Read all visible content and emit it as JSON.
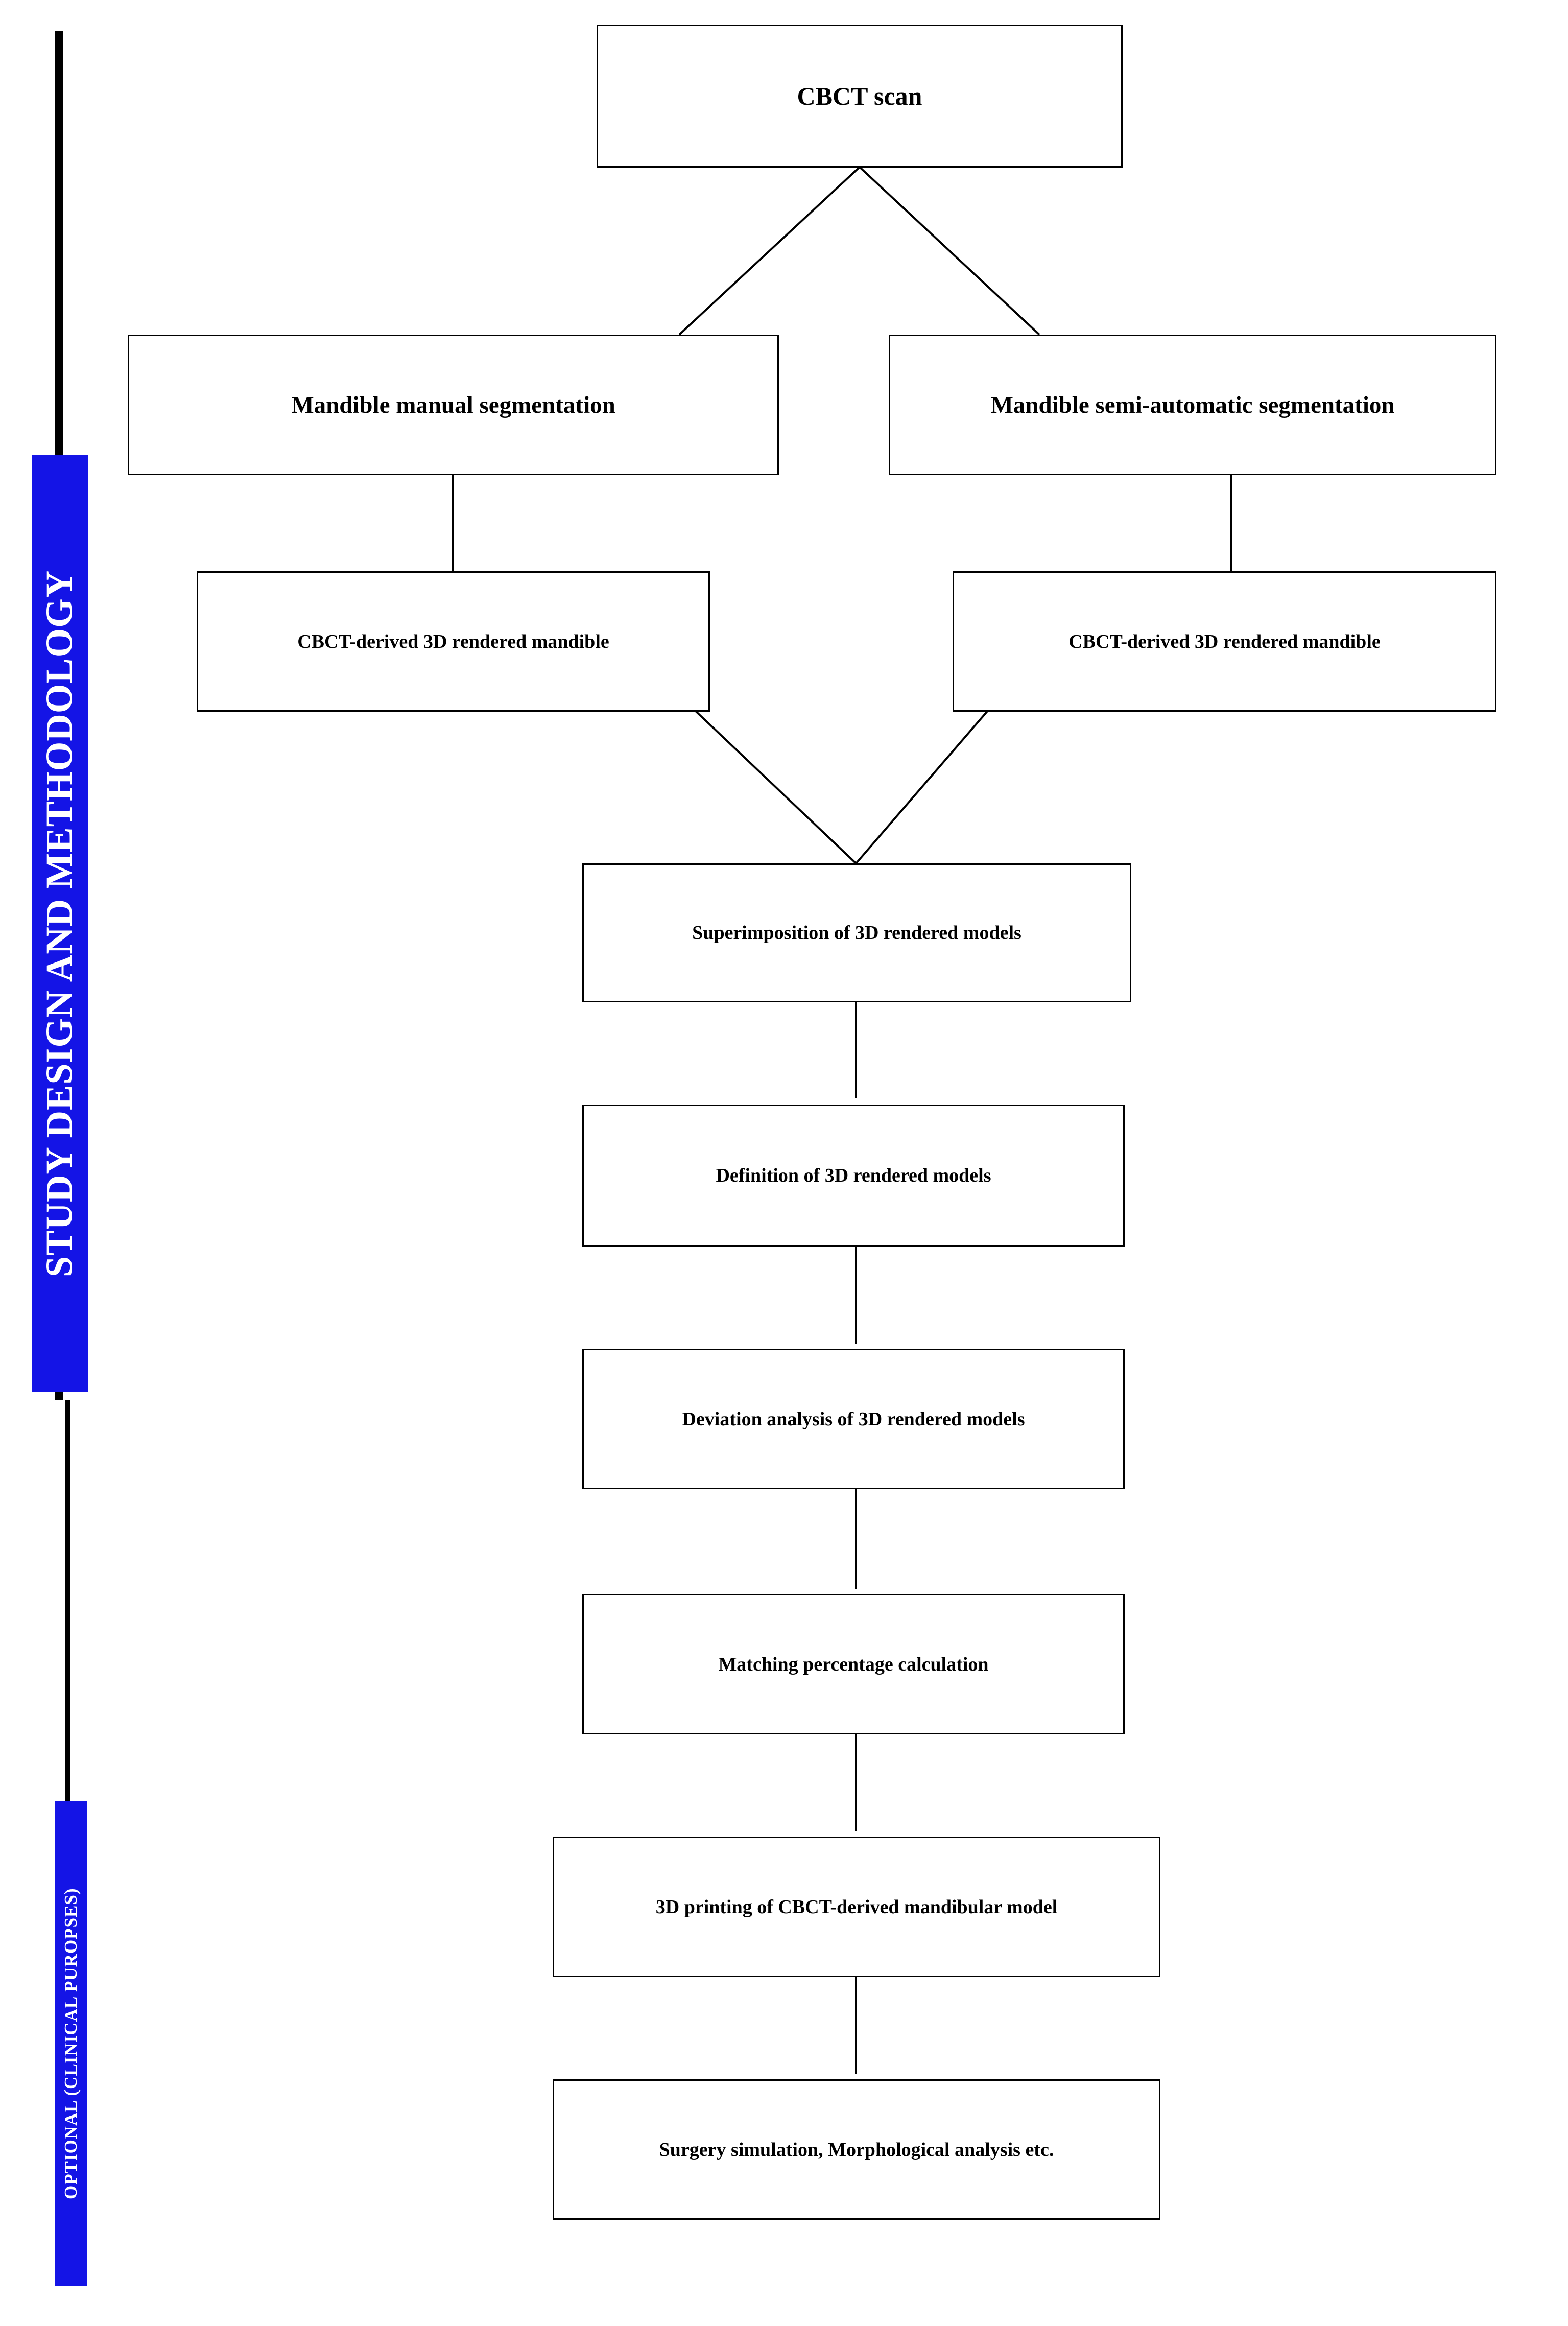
{
  "figure": {
    "type": "flowchart",
    "title": "Study design and methodology flowchart",
    "accent_color": "#1414e6",
    "line_color": "#000000",
    "background": "#ffffff"
  },
  "rail": {
    "main_label": "STUDY DESIGN AND METHODOLOGY",
    "optional_label": "OPTIONAL (CLINICAL PUROPSES)"
  },
  "nodes": {
    "cbct_scan": "CBCT scan",
    "manual_segmentation": "Mandible manual segmentation",
    "semi_auto_segmentation": "Mandible semi-automatic segmentation",
    "derived_model_left": "CBCT-derived 3D rendered mandible",
    "derived_model_right": "CBCT-derived 3D rendered mandible",
    "superimposition": "Superimposition of 3D rendered models",
    "definition": "Definition of 3D rendered models",
    "deviation": "Deviation analysis of 3D rendered models",
    "matching": "Matching percentage calculation",
    "printing": "3D printing of CBCT-derived mandibular model",
    "surgery": "Surgery simulation, Morphological analysis etc."
  }
}
